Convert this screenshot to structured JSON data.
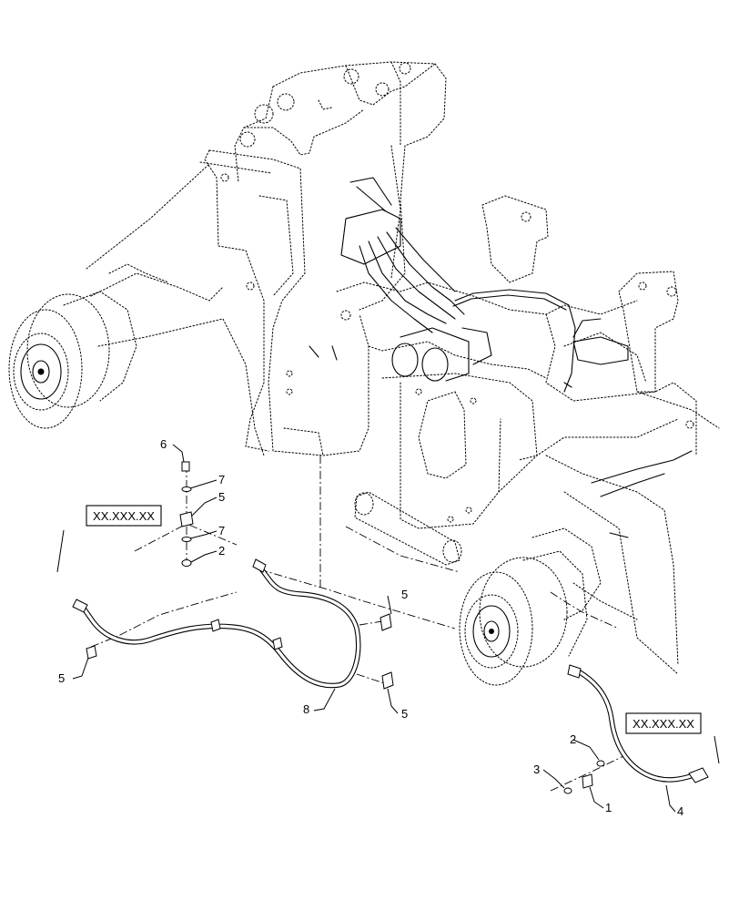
{
  "reference_boxes": {
    "left": "XX.XXX.XX",
    "right": "XX.XXX.XX"
  },
  "callouts": {
    "item_1": "1",
    "item_2_upper": "2",
    "item_2_lower": "2",
    "item_3": "3",
    "item_4": "4",
    "item_5_a": "5",
    "item_5_b": "5",
    "item_5_c": "5",
    "item_5_d": "5",
    "item_6": "6",
    "item_7_a": "7",
    "item_7_b": "7",
    "item_8": "8"
  }
}
